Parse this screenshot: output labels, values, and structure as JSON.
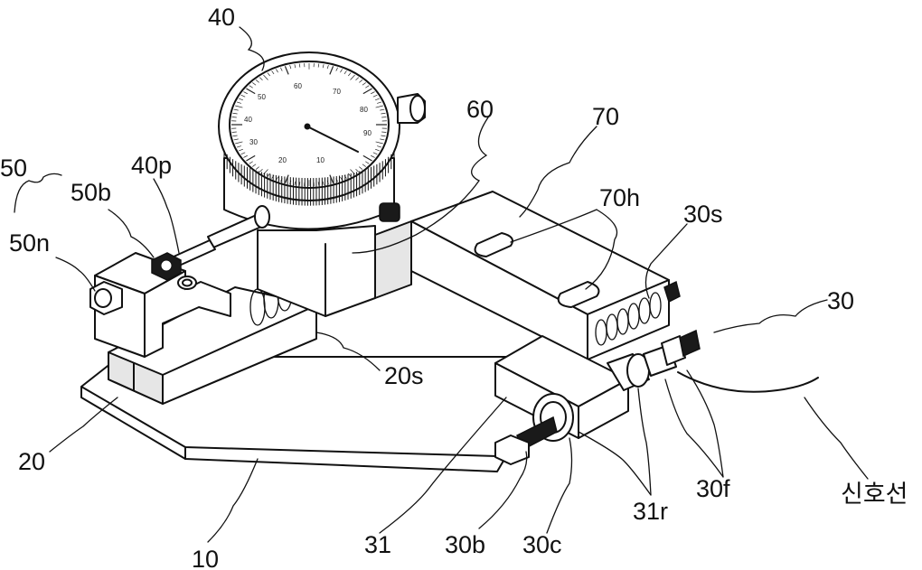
{
  "labels": {
    "l40": "40",
    "l60": "60",
    "l70": "70",
    "l70h": "70h",
    "l30s": "30s",
    "l30": "30",
    "l50": "50",
    "l50b": "50b",
    "l40p": "40p",
    "l50n": "50n",
    "l20s": "20s",
    "l20": "20",
    "l10": "10",
    "l31": "31",
    "l30b": "30b",
    "l30c": "30c",
    "l31r": "31r",
    "l30f": "30f",
    "signal_line": "신호선"
  },
  "dial": {
    "numbers": [
      "10",
      "20",
      "30",
      "40",
      "50",
      "60",
      "70",
      "80",
      "90"
    ]
  }
}
